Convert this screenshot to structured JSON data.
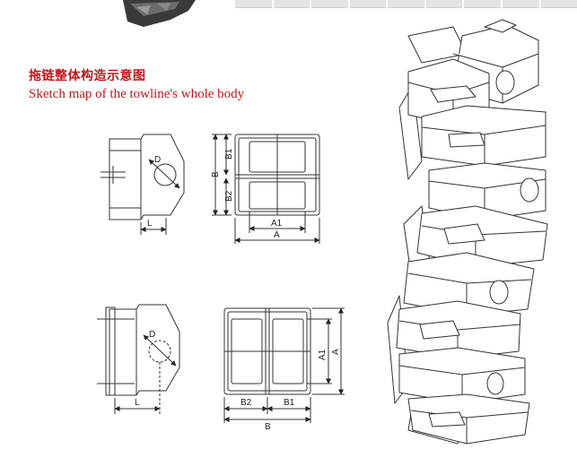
{
  "header": {
    "title_zh": "拖链整体构造示意图",
    "title_en": "Sketch map of the towline's whole body"
  },
  "labels": {
    "diameter": "D",
    "length": "L",
    "a": "A",
    "a1": "A1",
    "b": "B",
    "b1": "B1",
    "b2": "B2"
  },
  "colors": {
    "title": "#c0171c",
    "line": "#333333"
  }
}
